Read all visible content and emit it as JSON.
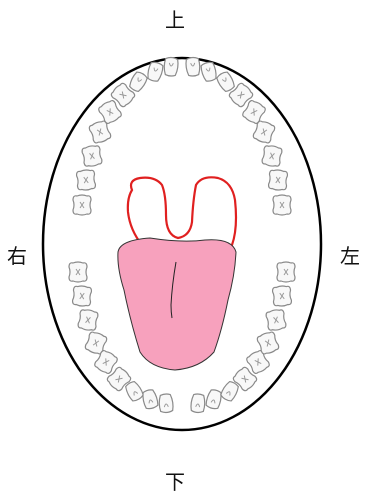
{
  "labels": {
    "top": "上",
    "bottom": "下",
    "left": "右",
    "right": "左"
  },
  "colors": {
    "outline": "#000000",
    "tooth_fill": "#f8f8f8",
    "tooth_stroke": "#8a8a8a",
    "palate_outline": "#e02020",
    "tongue_fill": "#f7a1bd",
    "tongue_stroke": "#333333"
  }
}
